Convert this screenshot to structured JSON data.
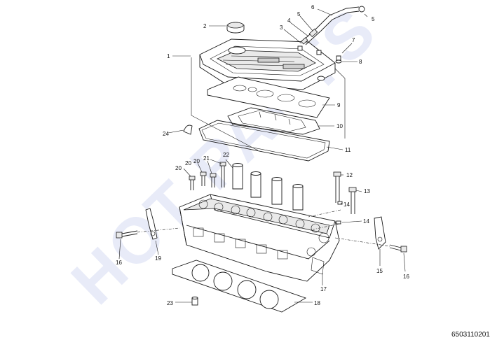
{
  "watermark": "HOT PARTS",
  "part_number": "6503110201",
  "callouts": [
    "1",
    "2",
    "3",
    "4",
    "5",
    "5",
    "6",
    "7",
    "8",
    "9",
    "10",
    "11",
    "12",
    "13",
    "14",
    "14",
    "15",
    "16",
    "16",
    "17",
    "18",
    "19",
    "20",
    "20",
    "20",
    "21",
    "22",
    "23",
    "24"
  ]
}
